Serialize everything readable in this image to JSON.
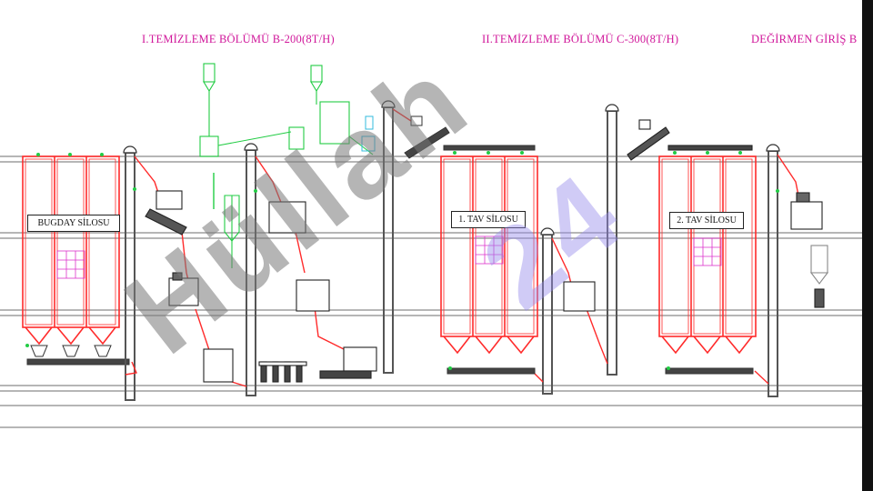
{
  "headers": {
    "section1": "I.TEMİZLEME BÖLÜMÜ    B-200(8T/H)",
    "section2": "II.TEMİZLEME BÖLÜMÜ    C-300(8T/H)",
    "section3": "DEĞİRMEN GİRİŞ B"
  },
  "silos": {
    "wheat_silo": "BUGDAY SİLOSU",
    "tempering_silo_1": "1. TAV SİLOSU",
    "tempering_silo_2": "2. TAV SİLOSU"
  },
  "watermark": {
    "text": "Hüllah 24",
    "part1": "Hüllah",
    "part2": "24"
  },
  "colors": {
    "header_text": "#d0169a",
    "process_line": "#ff2b2b",
    "equipment_green": "#22cc44",
    "equipment_cyan": "#33bbdd",
    "frame_gray": "#777777",
    "watermark_gray": "#808080",
    "watermark_violet": "#9b8cf0"
  }
}
